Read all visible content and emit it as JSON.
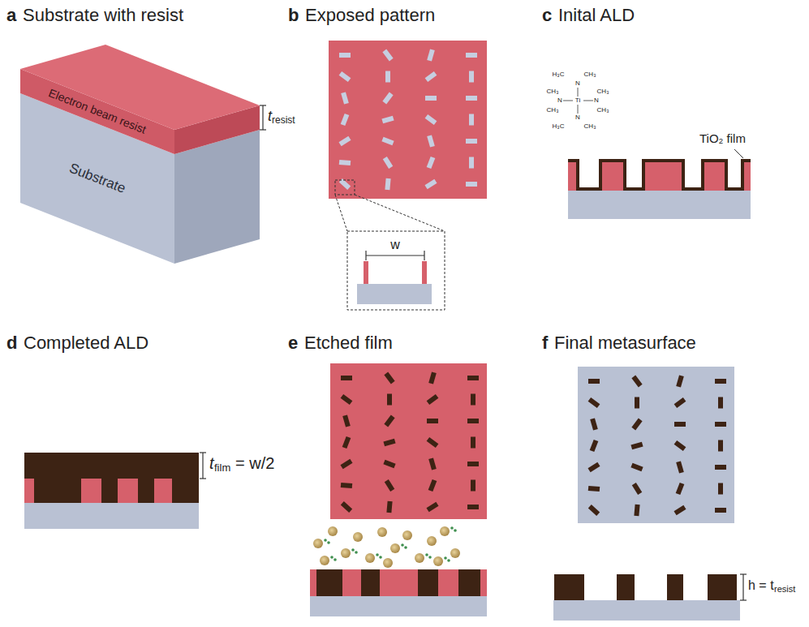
{
  "diagram": {
    "labels": [
      "a",
      "Substrate with resist",
      "Electron beam resist",
      "Substrate",
      "t",
      "resist",
      "b",
      "Exposed pattern",
      "w",
      "c",
      "Inital ALD",
      "H₃C",
      "CH₃",
      "N",
      "CH₃",
      "CH₃",
      "N",
      "Ti",
      "N",
      "CH₃",
      "CH₃",
      "N",
      "H₃C",
      "CH₃",
      "TiO₂ film",
      "d",
      "Completed ALD",
      "t",
      "film",
      "= w/2",
      "e",
      "Etched film",
      "f",
      "Final metasurface",
      "h = t",
      "resist"
    ]
  }
}
